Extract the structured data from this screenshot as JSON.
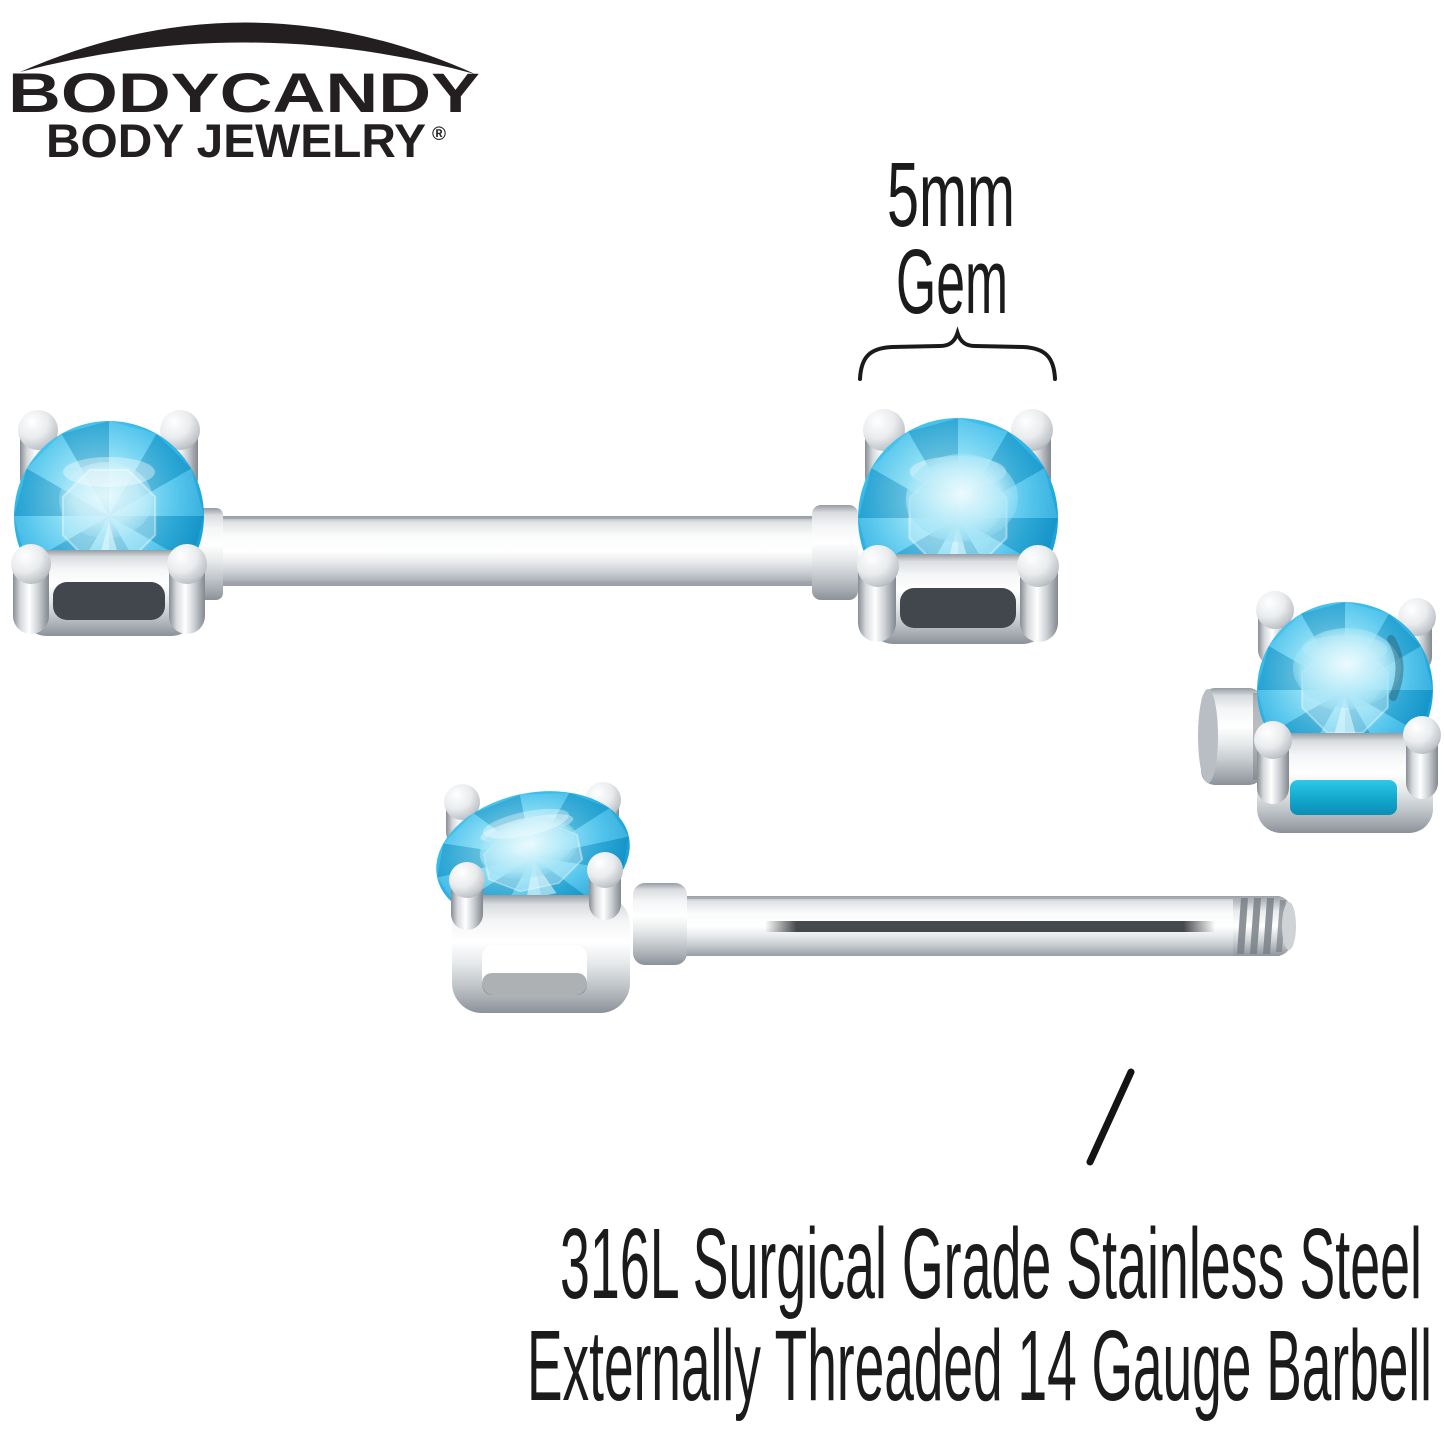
{
  "brand": {
    "name": "BODYCANDY",
    "tagline": "BODY JEWELRY",
    "registered_mark": "®"
  },
  "gem_label": {
    "size": "5mm",
    "word": "Gem"
  },
  "caption": {
    "line1": "316L Surgical Grade Stainless Steel",
    "line2": "Externally Threaded 14 Gauge Barbell"
  },
  "product": {
    "pieces": [
      "assembled barbell with two prong-set aqua gems",
      "detached prong-set aqua gem end with threaded socket",
      "barbell post with one aqua gem and externally threaded end"
    ],
    "annotation_marks": [
      "curly brace under 5mm Gem label",
      "pointer line to threaded end"
    ]
  },
  "colors": {
    "ink": "#231f20",
    "background": "#ffffff",
    "gem_aqua": "#35b9e9",
    "gem_aqua_light": "#a9e6f8",
    "gem_aqua_deep": "#0d86bd",
    "metal_silver": "#cdd2d6"
  }
}
